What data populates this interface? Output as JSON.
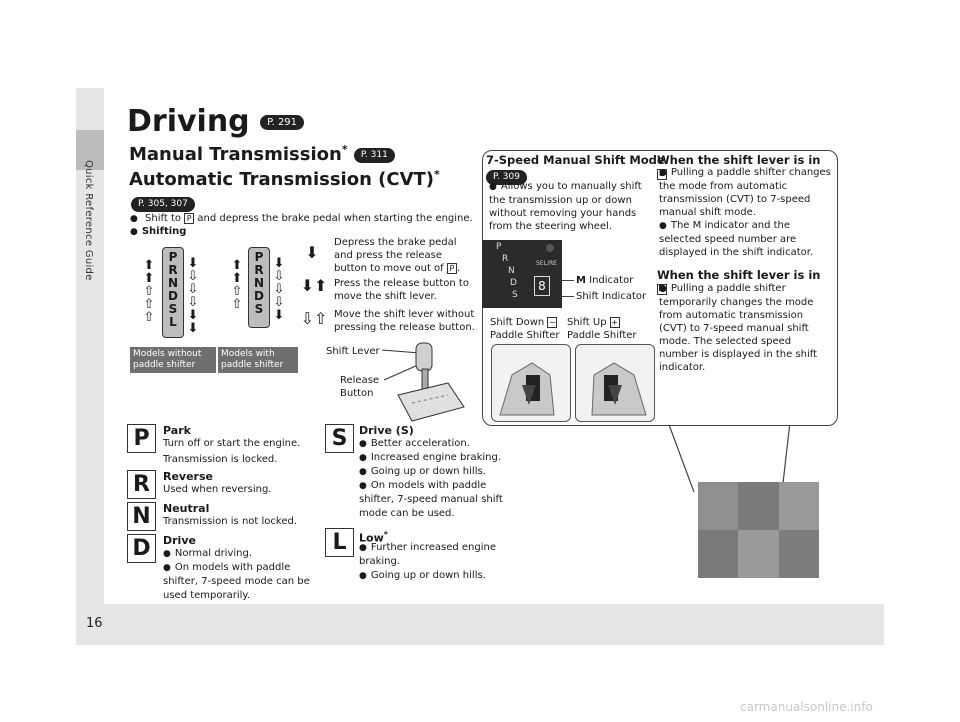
{
  "side_tab": "Quick Reference Guide",
  "page_number": "16",
  "title": "Driving",
  "title_ref": "P. 291",
  "manual_heading": "Manual Transmission",
  "manual_ref": "P. 311",
  "auto_heading": "Automatic Transmission (CVT)",
  "auto_ref": "P. 305, 307",
  "asterisk": "*",
  "bullet_shift_a": "Shift to",
  "bullet_shift_key": "P",
  "bullet_shift_b": "and depress the brake pedal when starting the engine.",
  "bullet_shifting": "Shifting",
  "gears_without": [
    "P",
    "R",
    "N",
    "D",
    "S",
    "L"
  ],
  "gears_with": [
    "P",
    "R",
    "N",
    "D",
    "S"
  ],
  "label_without": "Models without paddle shifter",
  "label_with": "Models with paddle shifter",
  "legend": [
    {
      "text": "Depress the brake pedal and press the release button to move out of",
      "key": "P"
    },
    {
      "text": "Press the release button to move the shift lever.",
      "key": ""
    },
    {
      "text": "Move the shift lever without pressing the release button.",
      "key": ""
    }
  ],
  "lever_label": "Shift Lever",
  "release_label": "Release Button",
  "gears": [
    {
      "letter": "P",
      "title": "Park",
      "lines": [
        "Turn off or start the engine.",
        "Transmission is locked."
      ]
    },
    {
      "letter": "R",
      "title": "Reverse",
      "lines": [
        "Used when reversing."
      ]
    },
    {
      "letter": "N",
      "title": "Neutral",
      "lines": [
        "Transmission is not locked."
      ]
    },
    {
      "letter": "D",
      "title": "Drive",
      "bullets": [
        "Normal driving.",
        "On models with paddle shifter, 7-speed mode can be used temporarily."
      ]
    }
  ],
  "gears_right": [
    {
      "letter": "S",
      "title": "Drive (S)",
      "bullets": [
        "Better acceleration.",
        "Increased engine braking.",
        "Going up or down hills.",
        "On models with paddle shifter, 7-speed manual shift mode can be used."
      ]
    },
    {
      "letter": "L",
      "title": "Low",
      "bullets": [
        "Further increased engine braking.",
        "Going up or down hills."
      ]
    }
  ],
  "callout": {
    "heading": "7-Speed Manual Shift Mode",
    "ref": "P. 309",
    "bullet": "Allows you to manually shift the transmission up or down without removing your hands from the steering wheel.",
    "m_indicator": "Indicator",
    "m_letter": "M",
    "shift_indicator": "Shift Indicator",
    "shift_down": "Shift Down",
    "shift_down_key": "−",
    "paddle_left": "Paddle Shifter",
    "shift_up": "Shift Up",
    "shift_up_key": "+",
    "paddle_right": "Paddle Shifter",
    "when_s_title": "When the shift lever is in",
    "when_s_key": "S",
    "when_s_bullets": [
      "Pulling a paddle shifter changes the mode from automatic transmission (CVT) to 7-speed manual shift mode.",
      "The M indicator and the selected speed number are displayed in the shift indicator."
    ],
    "when_d_title": "When the shift lever is in",
    "when_d_key": "D",
    "when_d_bullets": [
      "Pulling a paddle shifter temporarily changes the mode from automatic transmission (CVT) to 7-speed manual shift mode. The selected speed number is displayed in the shift indicator."
    ]
  },
  "display_letters": [
    "P",
    "R",
    "N",
    "D",
    "S"
  ],
  "display_select": "SEL/RE",
  "footer": "carmanualsonline.info",
  "colors": {
    "frame": "#e6e6e6",
    "tab": "#bcbcbc",
    "label_bg": "#6f6f6f",
    "ref_bg": "#222222"
  }
}
